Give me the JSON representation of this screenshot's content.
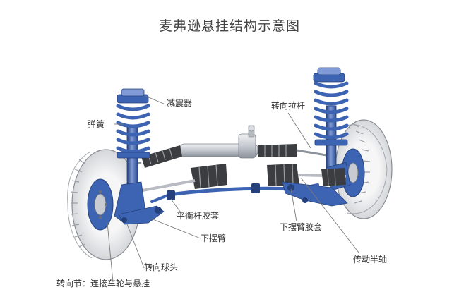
{
  "title": "麦弗逊悬挂结构示意图",
  "labels": {
    "shock_absorber": "减震器",
    "spring": "弹簧",
    "tie_rod": "转向拉杆",
    "stabilizer_bushing": "平衡杆胶套",
    "lower_arm": "下摆臂",
    "lower_arm_bushing": "下摆臂胶套",
    "steering_ball_joint": "转向球头",
    "drive_half_shaft": "传动半轴",
    "steering_knuckle": "转向节：连接车轮与悬挂"
  },
  "colors": {
    "blue": "#3d63b3",
    "blue_light": "#7f9ad6",
    "blue_dark": "#25407a",
    "metal": "#c8ccd2",
    "metal_dark": "#8d939b",
    "tire": "#e6e7e9",
    "tire_edge": "#8a8e94"
  }
}
